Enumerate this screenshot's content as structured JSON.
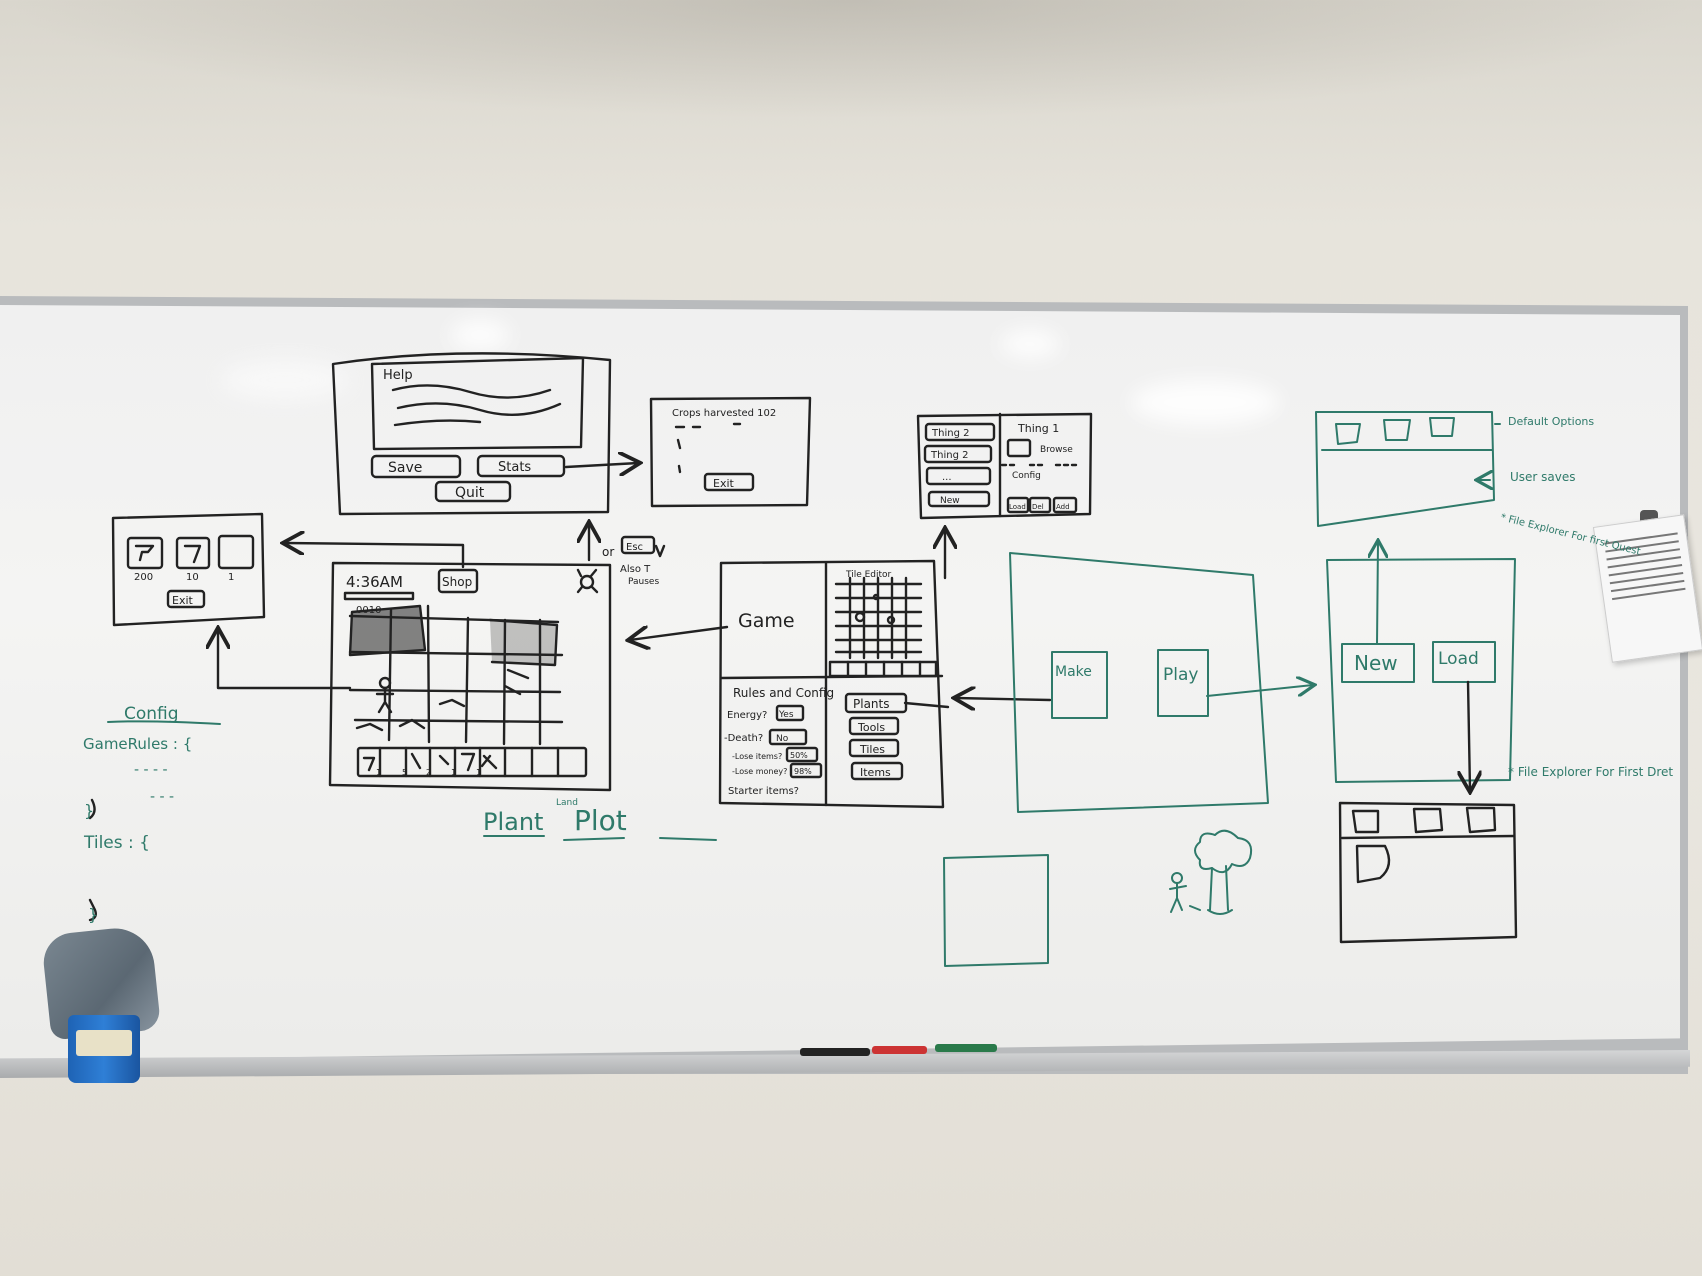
{
  "whiteboard": {
    "help_screen": {
      "title": "Help",
      "save_button": "Save",
      "stats_button": "Stats",
      "quit_button": "Quit"
    },
    "stats_screen": {
      "line1": "Crops harvested 102",
      "exit_button": "Exit"
    },
    "esc_note": {
      "or": "or",
      "esc": "Esc",
      "also": "Also T",
      "pauses": "Pauses"
    },
    "shop_screen": {
      "item_counts": [
        "200",
        "10",
        "1"
      ],
      "exit_button": "Exit"
    },
    "game_screen": {
      "time": "4:36AM",
      "shop_button": "Shop",
      "money": "0010",
      "hotbar_counts": [
        "1",
        "5",
        "2",
        "1",
        "1"
      ]
    },
    "save_select": {
      "slot1": "Thing 2",
      "slot2": "Thing 2",
      "more": "...",
      "new_button": "New",
      "title": "Thing 1",
      "browse": "Browse",
      "config": "Config",
      "buttons": [
        "Load",
        "Del",
        "Add"
      ]
    },
    "editor": {
      "game_label": "Game",
      "tile_editor": "Tile Editor",
      "rules_title": "Rules and Config",
      "energy_label": "Energy?",
      "energy_value": "Yes",
      "death_label": "-Death?",
      "death_value": "No",
      "lose_items_label": "-Lose items?",
      "lose_items_value": "50%",
      "lose_money_label": "-Lose money?",
      "lose_money_value": "98%",
      "starter_items": "Starter items?",
      "tabs": [
        "Plants",
        "Tools",
        "Tiles",
        "Items"
      ]
    },
    "notes_left": {
      "config": "Config",
      "game_rules": "GameRules : {",
      "close_brace": "}",
      "tiles": "Tiles : {",
      "end_brace": "}"
    },
    "plant_notes": {
      "plant": "Plant",
      "land": "Land",
      "plot": "Plot"
    },
    "main_menu": {
      "make_button": "Make",
      "play_button": "Play"
    },
    "load_menu": {
      "new_button": "New",
      "load_button": "Load"
    },
    "load_notes": {
      "default": "Default Options",
      "user_saves": "User saves",
      "file_explorer_top": "* File Explorer For first Quest",
      "file_explorer_bottom": "* File Explorer For First Dret"
    }
  },
  "colors": {
    "ink_black": "#222222",
    "ink_green": "#2f7a6a",
    "board": "#f0f0f0",
    "wall": "#e7e4dc"
  }
}
